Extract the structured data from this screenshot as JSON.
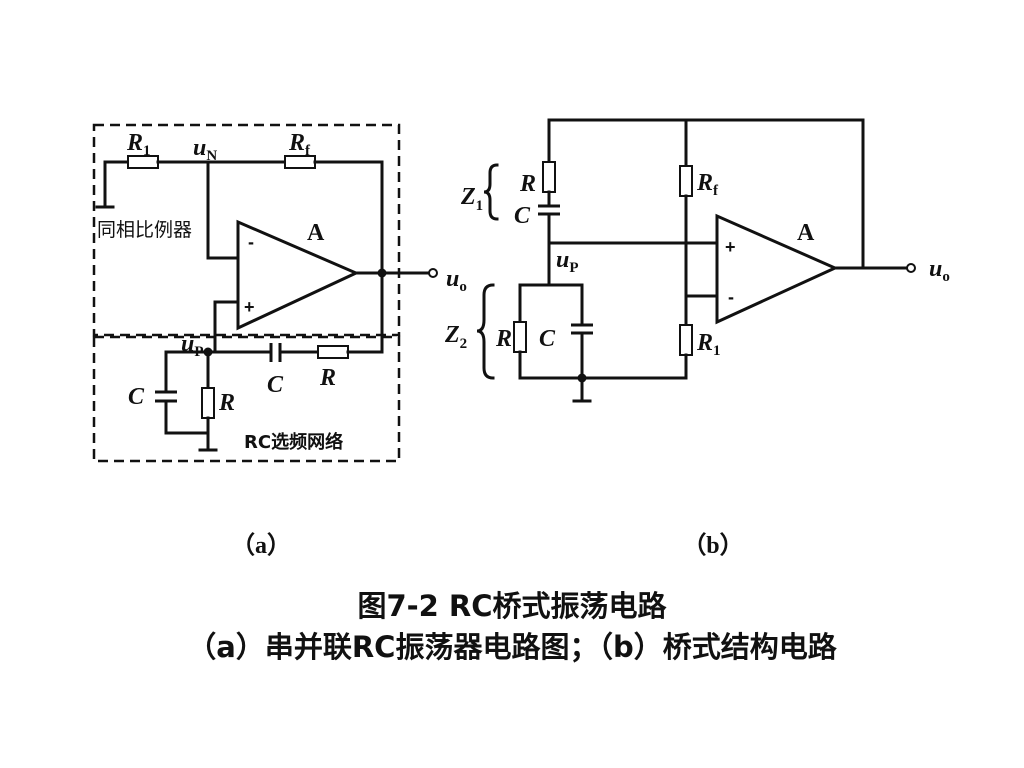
{
  "labels": {
    "R1_main": "R",
    "R1_sub": "1",
    "uN_main": "u",
    "uN_sub": "N",
    "Rf_main": "R",
    "Rf_sub": "f",
    "noninv_amp": "同相比例器",
    "amp_a": "A",
    "minus": "-",
    "plus": "+",
    "uo_main": "u",
    "uo_sub": "o",
    "uP_main": "u",
    "uP_sub": "P",
    "C": "C",
    "R": "R",
    "rc_network": "RC选频网络",
    "Z1_main": "Z",
    "Z1_sub": "1",
    "Z2_main": "Z",
    "Z2_sub": "2"
  },
  "captions": {
    "a": "（a）",
    "b": "（b）"
  },
  "title": {
    "line1": "图7-2  RC桥式振荡电路",
    "line2": "（a）串并联RC振荡器电路图；（b）桥式结构电路"
  }
}
